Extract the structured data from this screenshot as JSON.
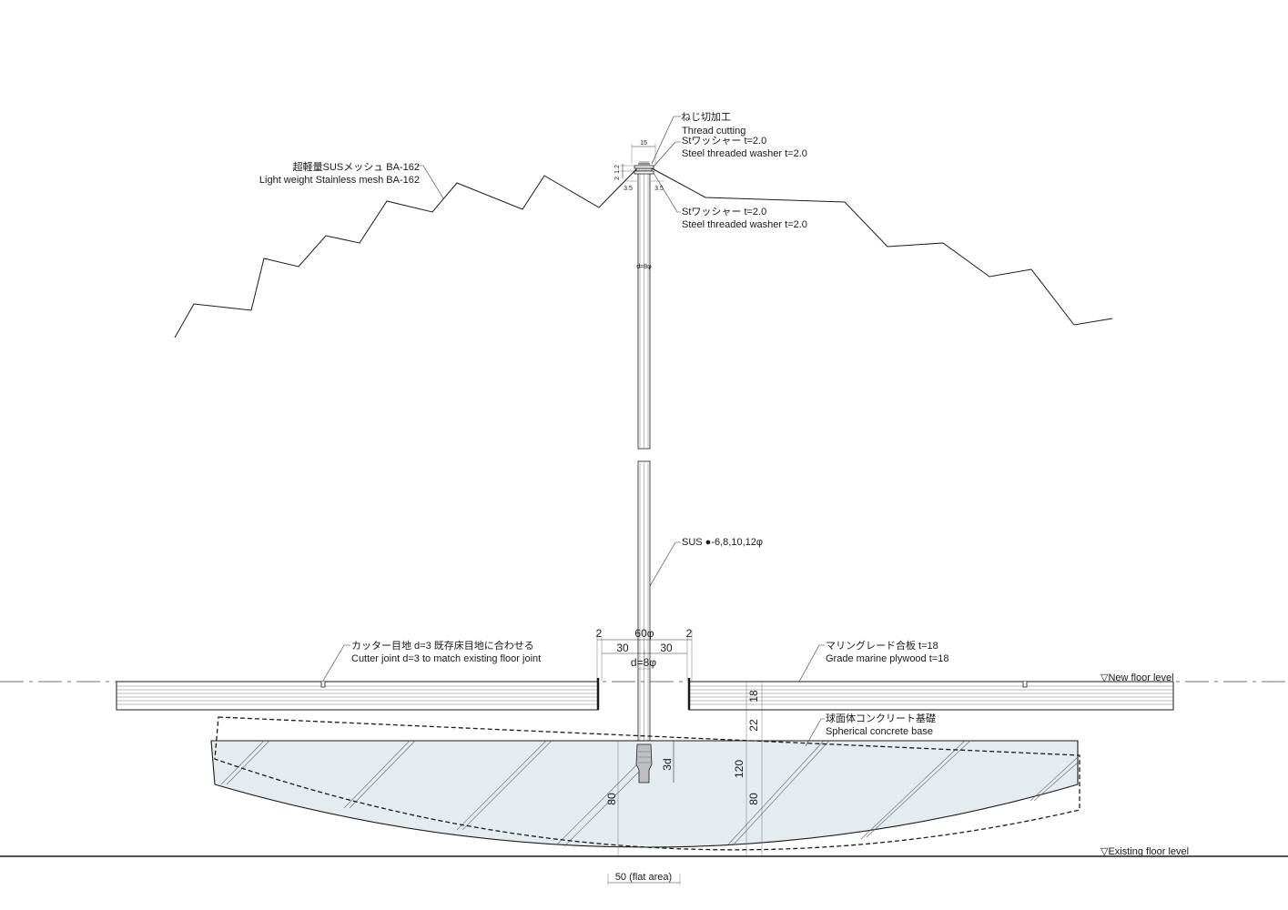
{
  "annotations": {
    "mesh_jp": "超軽量SUSメッシュ BA-162",
    "mesh_en": "Light weight Stainless mesh BA-162",
    "thread_jp": "ねじ切加工",
    "thread_en": "Thread cutting",
    "washer_top_jp": "Stワッシャー t=2.0",
    "washer_top_en": "Steel threaded washer t=2.0",
    "washer_bot_jp": "Stワッシャー t=2.0",
    "washer_bot_en": "Steel threaded washer t=2.0",
    "rod_spec": "SUS ●-6,8,10,12φ",
    "cutter_jp": "カッター目地 d=3 既存床目地に合わせる",
    "cutter_en": "Cutter joint d=3 to match existing floor joint",
    "plywood_jp": "マリングレード合板 t=18",
    "plywood_en": "Grade marine plywood t=18",
    "base_jp": "球面体コンクリート基礎",
    "base_en": "Spherical concrete base",
    "new_floor": "▽New floor level",
    "existing_floor": "▽Existing floor level"
  },
  "dimensions": {
    "top_width": "15",
    "washer_h1": "2",
    "washer_h2": "1.2",
    "washer_h3": "2",
    "gap_left": "3.5",
    "gap_right": "3.5",
    "rod_diam_mid": "d=8φ",
    "hole_left_gap": "2",
    "hole_right_gap": "2",
    "hole_diam": "60φ",
    "half_left": "30",
    "half_right": "30",
    "rod_diam_bottom": "d=8φ",
    "plywood_thk": "18",
    "base_offset": "22",
    "base_height": "120",
    "base_lower_right": "80",
    "base_lower_left": "80",
    "embed_depth": "3d",
    "flat_area": "50 (flat area)"
  }
}
